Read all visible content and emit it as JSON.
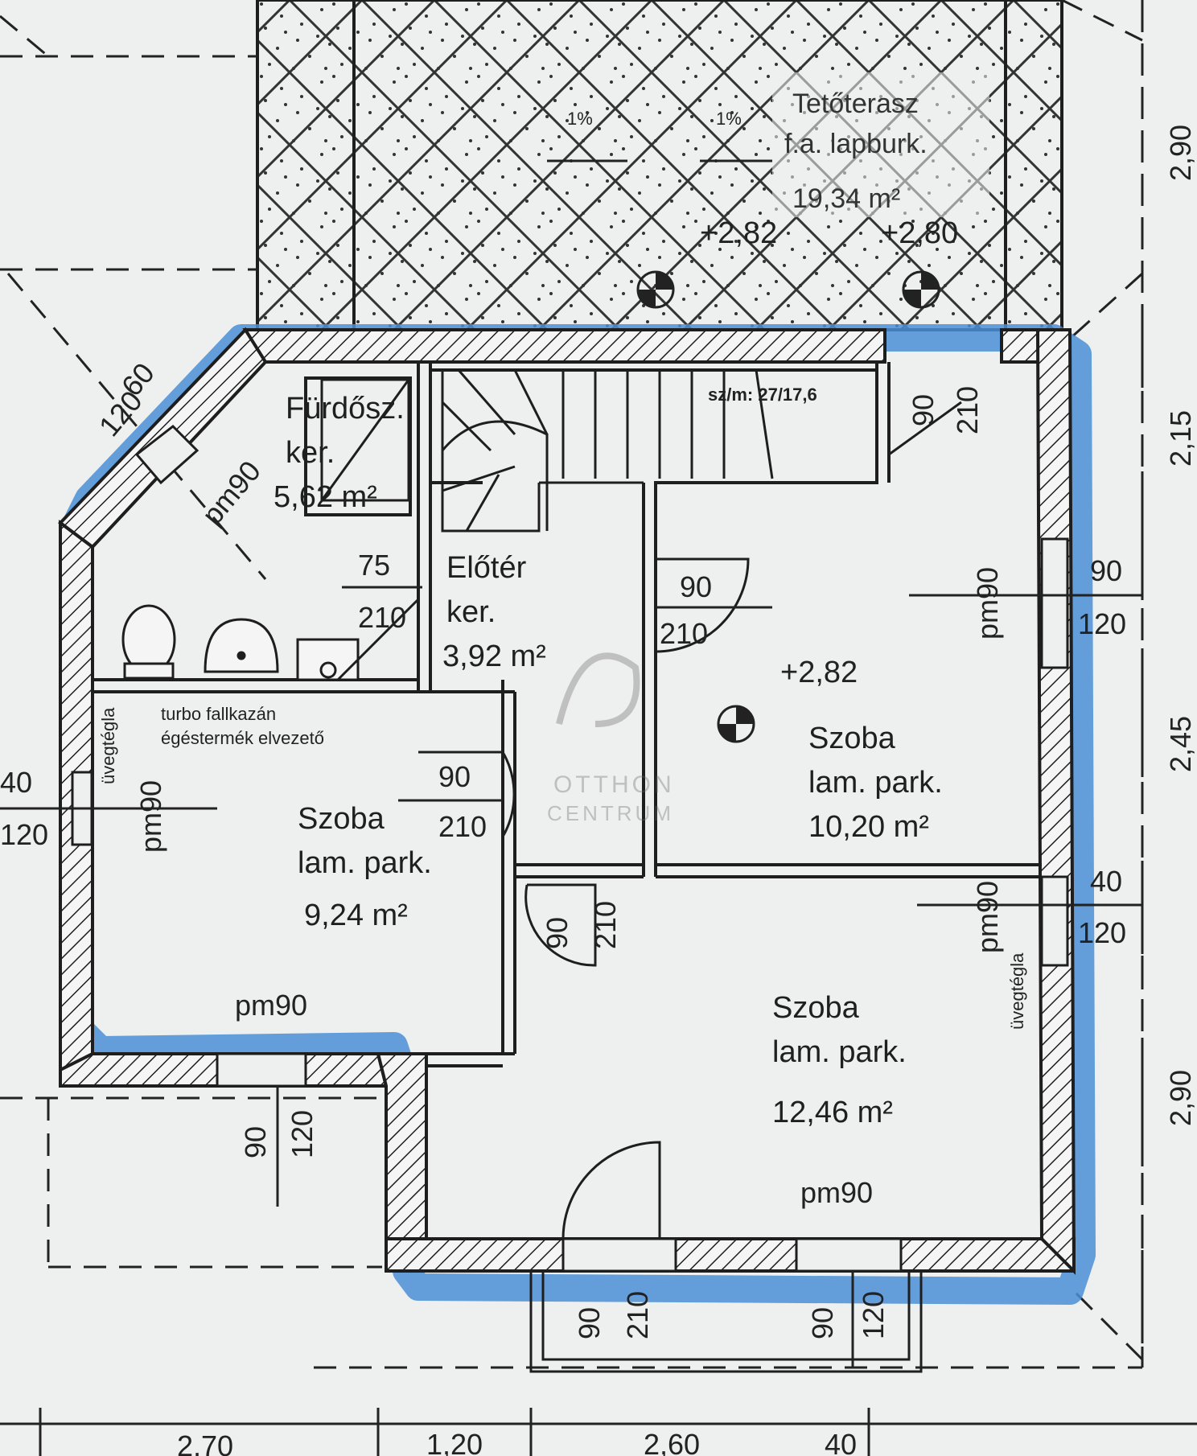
{
  "colors": {
    "paper": "#eef0ef",
    "ink": "#1e1e1e",
    "highlight": "#4a8fd6",
    "terrace_dot": "#333333"
  },
  "terrace": {
    "name": "Tetőterasz",
    "surface": "f.a. lapburk.",
    "area": "19,34 m²",
    "slope_left": "1%",
    "slope_right": "1%",
    "level_left": "+2,82",
    "level_right": "+2,80"
  },
  "rooms": {
    "bath": {
      "name": "Fürdősz.",
      "floor": "ker.",
      "area": "5,62 m²"
    },
    "hall": {
      "name": "Előtér",
      "floor": "ker.",
      "area": "3,92 m²"
    },
    "room_left": {
      "name": "Szoba",
      "floor": "lam. park.",
      "area": "9,24 m²"
    },
    "room_right_top": {
      "name": "Szoba",
      "floor": "lam. park.",
      "area": "10,20 m²"
    },
    "room_right_bottom": {
      "name": "Szoba",
      "floor": "lam. park.",
      "area": "12,46 m²"
    }
  },
  "stair": {
    "label": "sz/m: 27/17,6"
  },
  "boiler": {
    "line1": "turbo fallkazán",
    "line2": "égéstermék elvezető"
  },
  "level_center": "+2,82",
  "doors": {
    "bath_w": "75",
    "bath_h": "210",
    "hall_w": "90",
    "hall_h": "210",
    "left_w": "90",
    "left_h": "210",
    "mid_w": "90",
    "mid_h": "210",
    "top_w": "90",
    "top_h": "210",
    "bottom_w": "90",
    "bottom_h": "210"
  },
  "windows": {
    "bath_diag_w": "60",
    "bath_diag_h": "120",
    "left_w": "40",
    "left_h": "120",
    "right_top_w": "90",
    "right_top_h": "120",
    "right_mid_w": "40",
    "right_mid_h": "120",
    "bottom_left_w": "90",
    "bottom_left_h": "120",
    "bottom_right_w": "90",
    "bottom_right_h": "120"
  },
  "parapet": {
    "bath": "pm90",
    "left_wall": "pm90",
    "left_room": "pm90",
    "right_top": "pm90",
    "right_mid": "pm90",
    "bottom": "pm90"
  },
  "glass_block": {
    "left": "üvegtégla",
    "right": "üvegtégla"
  },
  "dims_bottom": [
    "2,70",
    "1,20",
    "2,60",
    "40"
  ],
  "dims_right": [
    "2,90",
    "2,15",
    "2,45",
    "2,90"
  ],
  "watermark": {
    "line1": "OTTHON",
    "line2": "CENTRUM"
  }
}
